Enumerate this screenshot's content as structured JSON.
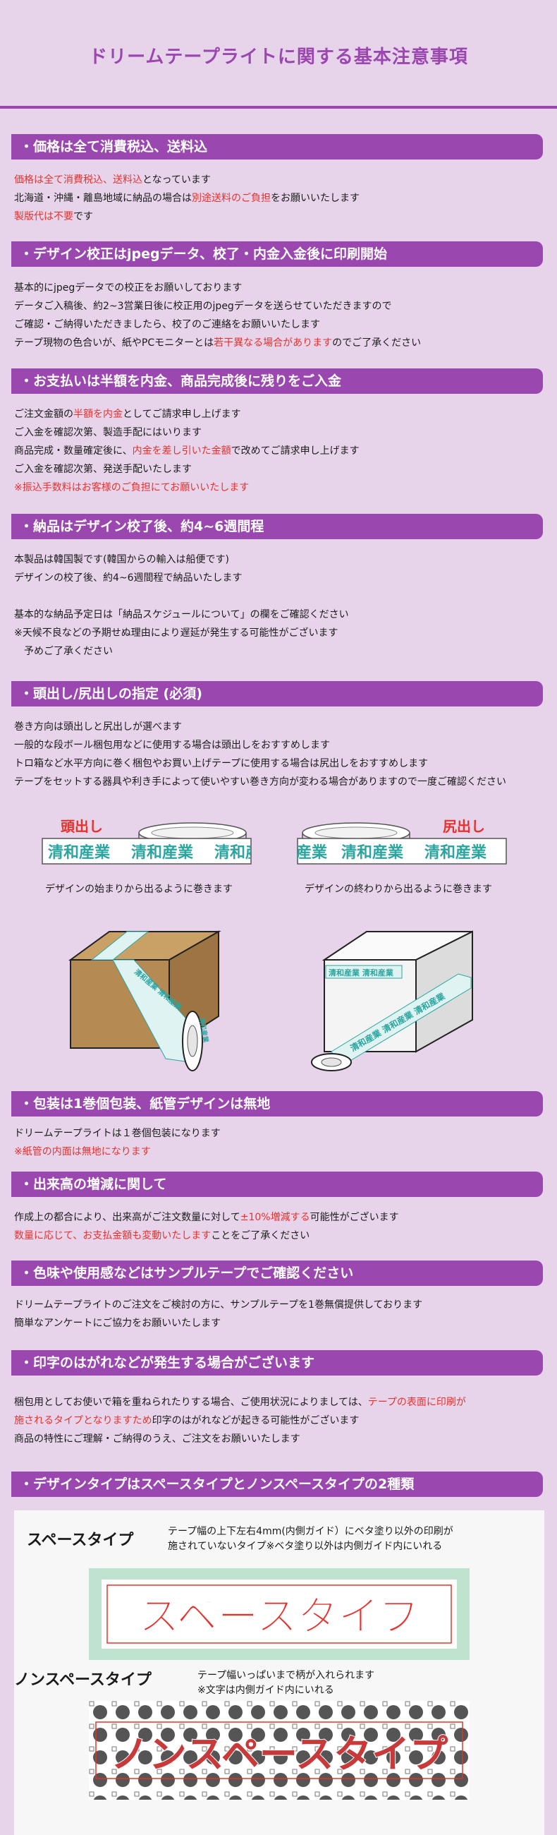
{
  "page_title": "ドリームテープライトに関する基本注意事項",
  "sections": [
    {
      "heading": "・価格は全て消費税込、送料込",
      "lines": [
        [
          {
            "t": "価格は全て消費税込、送料込",
            "red": true
          },
          {
            "t": "となっています"
          }
        ],
        [
          {
            "t": "北海道・沖縄・離島地域に納品の場合は"
          },
          {
            "t": "別途送料のご負担",
            "red": true
          },
          {
            "t": "をお願いいたします"
          }
        ],
        [
          {
            "t": "製版代は不要",
            "red": true
          },
          {
            "t": "です"
          }
        ]
      ]
    },
    {
      "heading": "・デザイン校正はjpegデータ、校了・内金入金後に印刷開始",
      "lines": [
        [
          {
            "t": "基本的にjpegデータでの校正をお願いしております"
          }
        ],
        [
          {
            "t": "データご入稿後、約2~3営業日後に校正用のjpegデータを送らせていただきますので"
          }
        ],
        [
          {
            "t": "ご確認・ご納得いただきましたら、校了のご連絡をお願いいたします"
          }
        ],
        [
          {
            "t": "テープ現物の色合いが、紙やPCモニターとは"
          },
          {
            "t": "若干異なる場合があります",
            "red": true
          },
          {
            "t": "のでご了承ください"
          }
        ]
      ]
    },
    {
      "heading": "・お支払いは半額を内金、商品完成後に残りをご入金",
      "lines": [
        [
          {
            "t": "ご注文金額の"
          },
          {
            "t": "半額を内金",
            "red": true
          },
          {
            "t": "としてご請求申し上げます"
          }
        ],
        [
          {
            "t": "ご入金を確認次第、製造手配にはいります"
          }
        ],
        [
          {
            "t": "商品完成・数量確定後に、"
          },
          {
            "t": "内金を差し引いた金額",
            "red": true
          },
          {
            "t": "で改めてご請求申し上げます"
          }
        ],
        [
          {
            "t": "ご入金を確認次第、発送手配いたします"
          }
        ],
        [
          {
            "t": "※振込手数料はお客様のご負担にてお願いいたします",
            "red": true
          }
        ]
      ]
    },
    {
      "heading": "・納品はデザイン校了後、約4~6週間程",
      "lines": [
        [
          {
            "t": "本製品は韓国製です(韓国からの輸入は船便です)"
          }
        ],
        [
          {
            "t": "デザインの校了後、約4~6週間程で納品いたします"
          }
        ],
        [
          {
            "t": ""
          }
        ],
        [
          {
            "t": "基本的な納品予定日は「納品スケジュールについて」の欄をご確認ください"
          }
        ],
        [
          {
            "t": "※天候不良などの予期せぬ理由により遅延が発生する可能性がございます"
          }
        ],
        [
          {
            "t": "　予めご了承ください"
          }
        ]
      ]
    },
    {
      "heading": "・頭出し/尻出しの指定 (必須)",
      "lines": [
        [
          {
            "t": "巻き方向は頭出しと尻出しが選べます"
          }
        ],
        [
          {
            "t": "一般的な段ボール梱包用などに使用する場合は頭出しをおすすめします"
          }
        ],
        [
          {
            "t": "トロ箱など水平方向に巻く梱包やお買い上げテープに使用する場合は尻出しをおすすめします"
          }
        ],
        [
          {
            "t": "テープをセットする器具や利き手によって使いやすい巻き方向が変わる場合がありますので一度ご確認ください"
          }
        ]
      ]
    },
    {
      "heading": "・包装は1巻個包装、紙管デザインは無地",
      "lines": [
        [
          {
            "t": "ドリームテープライトは１巻個包装になります"
          }
        ],
        [
          {
            "t": "※紙管の内面は無地になります",
            "red": true
          }
        ]
      ]
    },
    {
      "heading": "・出来高の増減に関して",
      "lines": [
        [
          {
            "t": "作成上の都合により、出来高がご注文数量に対して"
          },
          {
            "t": "±10%増減する",
            "red": true
          },
          {
            "t": "可能性がございます"
          }
        ],
        [
          {
            "t": "数量に応じて、お支払金額も変動いたします",
            "red": true
          },
          {
            "t": "ことをご了承ください"
          }
        ]
      ]
    },
    {
      "heading": "・色味や使用感などはサンプルテープでご確認ください",
      "lines": [
        [
          {
            "t": "ドリームテープライトのご注文をご検討の方に、サンプルテープを1巻無償提供しております"
          }
        ],
        [
          {
            "t": "簡単なアンケートにご協力をお願いいたします"
          }
        ]
      ]
    },
    {
      "heading": "・印字のはがれなどが発生する場合がございます",
      "lines": [
        [
          {
            "t": "梱包用としてお使いで箱を重ねられたりする場合、ご使用状況によりましては、"
          },
          {
            "t": "テープの表面に印刷が",
            "red": true
          }
        ],
        [
          {
            "t": "施されるタイプとなりますため",
            "red": true
          },
          {
            "t": "印字のはがれなどが起きる可能性がございます"
          }
        ],
        [
          {
            "t": "商品の特性にご理解・ご納得のうえ、ご注文をお願いいたします"
          }
        ]
      ]
    },
    {
      "heading": "・デザインタイプはスペースタイプとノンスペースタイプの2種類",
      "lines": []
    }
  ],
  "winding": {
    "head_label": "頭出し",
    "tail_label": "尻出し",
    "tape_text": "清和産業",
    "head_caption": "デザインの始まりから出るように巻きます",
    "tail_caption": "デザインの終わりから出るように巻きます"
  },
  "design_types": {
    "space_title": "スペースタイプ",
    "space_desc_1": "テープ幅の上下左右4mm(内側ガイド）にベタ塗り以外の印刷が",
    "space_desc_2": "施されていないタイプ※ベタ塗り以外は内側ガイド内にいれる",
    "space_sample": "スペースタイプ",
    "nonspace_title": "ノンスペースタイプ",
    "nonspace_desc_1": "テープ幅いっぱいまで柄が入れられます",
    "nonspace_desc_2": "※文字は内側ガイド内にいれる",
    "nonspace_sample": "ノンスペースタイプ"
  },
  "colors": {
    "accent": "#9b47b0",
    "background": "#e8d4ea",
    "highlight_red": "#e5322d",
    "tape_teal": "#2aa5a0",
    "sample_green": "#bfe3cf"
  }
}
